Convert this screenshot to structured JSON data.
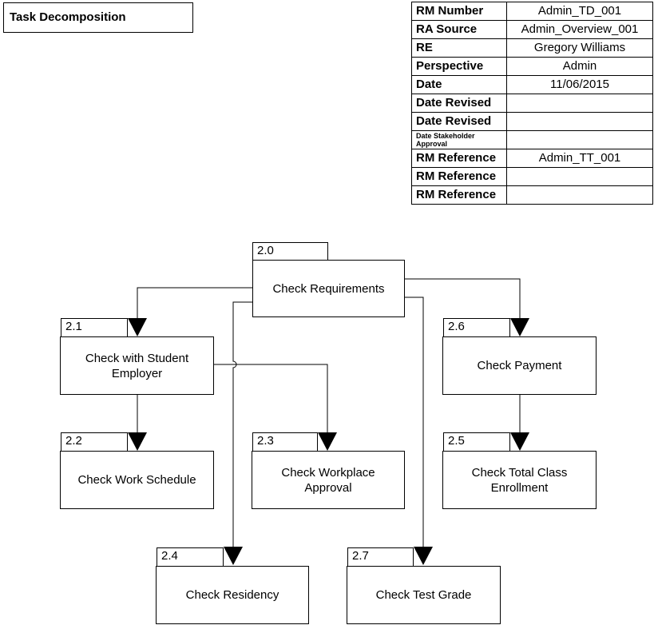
{
  "header": {
    "title": "Task Decomposition"
  },
  "meta_table": [
    {
      "key": "RM Number",
      "value": "Admin_TD_001"
    },
    {
      "key": "RA Source",
      "value": "Admin_Overview_001"
    },
    {
      "key": "RE",
      "value": "Gregory Williams"
    },
    {
      "key": "Perspective",
      "value": "Admin"
    },
    {
      "key": "Date",
      "value": "11/06/2015"
    },
    {
      "key": "Date Revised",
      "value": ""
    },
    {
      "key": "Date Revised",
      "value": ""
    },
    {
      "key": "Date Stakeholder Approval",
      "value": ""
    },
    {
      "key": "RM Reference",
      "value": "Admin_TT_001"
    },
    {
      "key": "RM Reference",
      "value": ""
    },
    {
      "key": "RM Reference",
      "value": ""
    }
  ],
  "tasks": {
    "t2_0": {
      "id": "2.0",
      "label": "Check Requirements"
    },
    "t2_1": {
      "id": "2.1",
      "label": "Check with Student Employer"
    },
    "t2_2": {
      "id": "2.2",
      "label": "Check Work Schedule"
    },
    "t2_3": {
      "id": "2.3",
      "label": "Check Workplace Approval"
    },
    "t2_4": {
      "id": "2.4",
      "label": "Check Residency"
    },
    "t2_5": {
      "id": "2.5",
      "label": "Check Total Class Enrollment"
    },
    "t2_6": {
      "id": "2.6",
      "label": "Check Payment"
    },
    "t2_7": {
      "id": "2.7",
      "label": "Check Test Grade"
    }
  }
}
